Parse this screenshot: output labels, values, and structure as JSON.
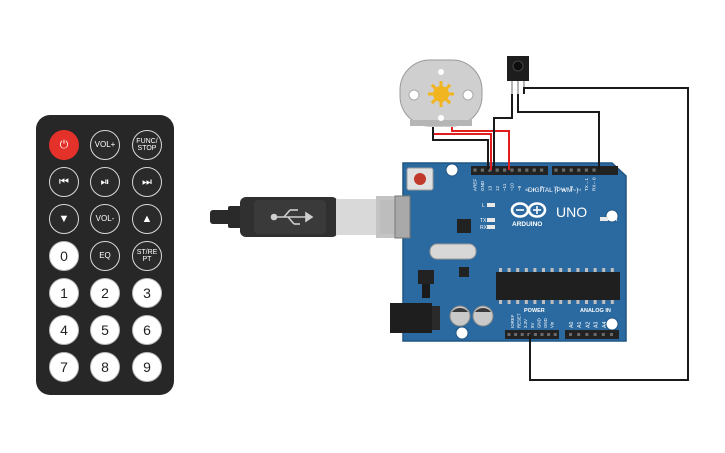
{
  "remote": {
    "buttons": [
      {
        "label": "",
        "icon": "power-icon",
        "style": "power"
      },
      {
        "label": "VOL+",
        "style": "dark"
      },
      {
        "label": "FUNC/STOP",
        "style": "dark"
      },
      {
        "label": "",
        "icon": "skip-back-icon",
        "style": "dark"
      },
      {
        "label": "",
        "icon": "play-pause-icon",
        "style": "dark"
      },
      {
        "label": "",
        "icon": "skip-forward-icon",
        "style": "dark"
      },
      {
        "label": "",
        "icon": "arrow-down-icon",
        "style": "dark"
      },
      {
        "label": "VOL-",
        "style": "dark"
      },
      {
        "label": "",
        "icon": "arrow-up-icon",
        "style": "dark"
      },
      {
        "label": "0",
        "style": "light"
      },
      {
        "label": "EQ",
        "style": "dark"
      },
      {
        "label": "ST/REPT",
        "style": "dark"
      },
      {
        "label": "1",
        "style": "light"
      },
      {
        "label": "2",
        "style": "light"
      },
      {
        "label": "3",
        "style": "light"
      },
      {
        "label": "4",
        "style": "light"
      },
      {
        "label": "5",
        "style": "light"
      },
      {
        "label": "6",
        "style": "light"
      },
      {
        "label": "7",
        "style": "light"
      },
      {
        "label": "8",
        "style": "light"
      },
      {
        "label": "9",
        "style": "light"
      }
    ]
  },
  "board": {
    "brand": "ARDUINO",
    "model": "UNO",
    "on_label": "ON",
    "digital_header_label": "DIGITAL (PWM~)",
    "power_label": "POWER",
    "analog_label": "ANALOG IN",
    "led_l_label": "L",
    "led_tx_label": "TX",
    "led_rx_label": "RX",
    "top_pin_labels": [
      "AREF",
      "GND",
      "13",
      "12",
      "~11",
      "~10",
      "~9",
      "8",
      "7",
      "~6",
      "~5",
      "4",
      "~3",
      "2",
      "TX→1",
      "RX←0"
    ],
    "power_pin_labels": [
      "IOREF",
      "RESET",
      "3.3V",
      "5V",
      "GND",
      "GND",
      "Vin"
    ],
    "analog_pin_labels": [
      "A0",
      "A1",
      "A2",
      "A3",
      "A4",
      "A5"
    ]
  },
  "colors": {
    "board": "#2b6aa0",
    "board_border": "#1f5584",
    "wire_red": "#e11d1d",
    "wire_black": "#1a1a1a",
    "remote_body": "#272727",
    "power_button": "#e4312a",
    "motor_body": "#cfcfcf",
    "motor_fan": "#f0b520"
  }
}
